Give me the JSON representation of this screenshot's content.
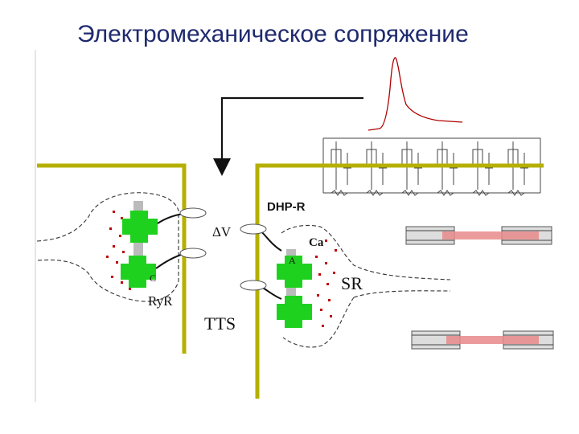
{
  "title": "Электромеханическое сопряжение",
  "labels": {
    "dhp_r": "DHP-R",
    "delta_v": "ΔV",
    "ca": "Ca",
    "sr": "SR",
    "ryr": "RyR",
    "tts": "TTS",
    "channel_letter_right": "A",
    "channel_letter_left": "C"
  },
  "colors": {
    "membrane": "#b5b000",
    "receptor": "#1fd11f",
    "ca_dots": "#c00000",
    "action_potential": "#b00000",
    "filament": "#e88a8a"
  }
}
